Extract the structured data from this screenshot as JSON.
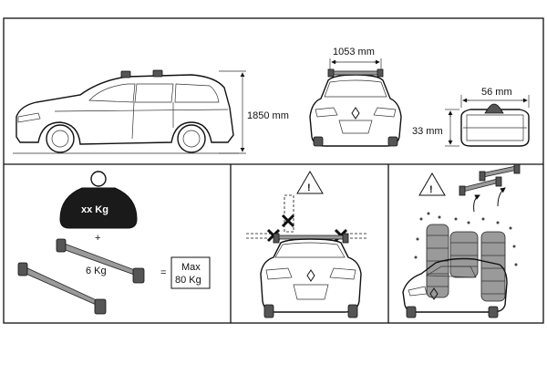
{
  "panel_top": {
    "side_height_label": "1850 mm",
    "front_width_label": "1053 mm",
    "profile_width_label": "56 mm",
    "profile_height_label": "33 mm"
  },
  "panel_load": {
    "bag_label": "xx Kg",
    "plus_sign": "+",
    "bars_weight_label": "6 Kg",
    "equals_sign": "=",
    "max_label_line1": "Max",
    "max_label_line2": "80 Kg"
  },
  "panel_height": {
    "warning_symbol": "!"
  },
  "panel_carwash": {
    "warning_symbol": "!"
  }
}
